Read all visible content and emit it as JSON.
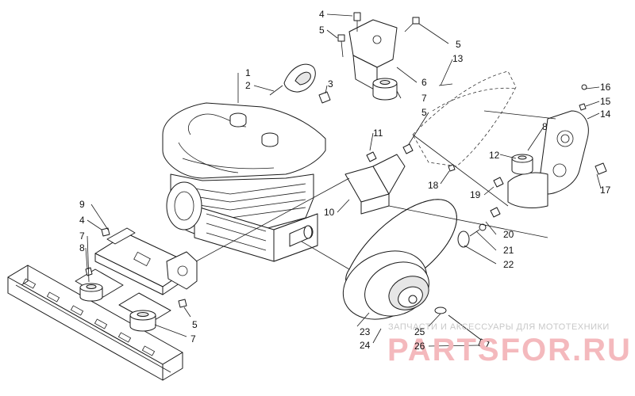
{
  "callouts": [
    {
      "id": "c4a",
      "text": "4"
    },
    {
      "id": "c5a",
      "text": "5"
    },
    {
      "id": "c5b",
      "text": "5"
    },
    {
      "id": "c13",
      "text": "13"
    },
    {
      "id": "c1",
      "text": "1"
    },
    {
      "id": "c2",
      "text": "2"
    },
    {
      "id": "c3",
      "text": "3"
    },
    {
      "id": "c6",
      "text": "6"
    },
    {
      "id": "c7a",
      "text": "7"
    },
    {
      "id": "c16",
      "text": "16"
    },
    {
      "id": "c15",
      "text": "15"
    },
    {
      "id": "c14",
      "text": "14"
    },
    {
      "id": "c5c",
      "text": "5"
    },
    {
      "id": "c8a",
      "text": "8"
    },
    {
      "id": "c11",
      "text": "11"
    },
    {
      "id": "c12",
      "text": "12"
    },
    {
      "id": "c18",
      "text": "18"
    },
    {
      "id": "c17",
      "text": "17"
    },
    {
      "id": "c19",
      "text": "19"
    },
    {
      "id": "c9",
      "text": "9"
    },
    {
      "id": "c10",
      "text": "10"
    },
    {
      "id": "c4b",
      "text": "4"
    },
    {
      "id": "c20",
      "text": "20"
    },
    {
      "id": "c7b",
      "text": "7"
    },
    {
      "id": "c21",
      "text": "21"
    },
    {
      "id": "c8b",
      "text": "8"
    },
    {
      "id": "c22",
      "text": "22"
    },
    {
      "id": "c5d",
      "text": "5"
    },
    {
      "id": "c7c",
      "text": "7"
    },
    {
      "id": "c23",
      "text": "23"
    },
    {
      "id": "c25",
      "text": "25"
    },
    {
      "id": "c24",
      "text": "24"
    },
    {
      "id": "c26",
      "text": "26"
    }
  ],
  "watermark": {
    "caption": "ЗАПЧАСТИ И АКСЕССУАРЫ ДЛЯ МОТОТЕХНИКИ",
    "logo": "PARTSFOR.RU"
  }
}
